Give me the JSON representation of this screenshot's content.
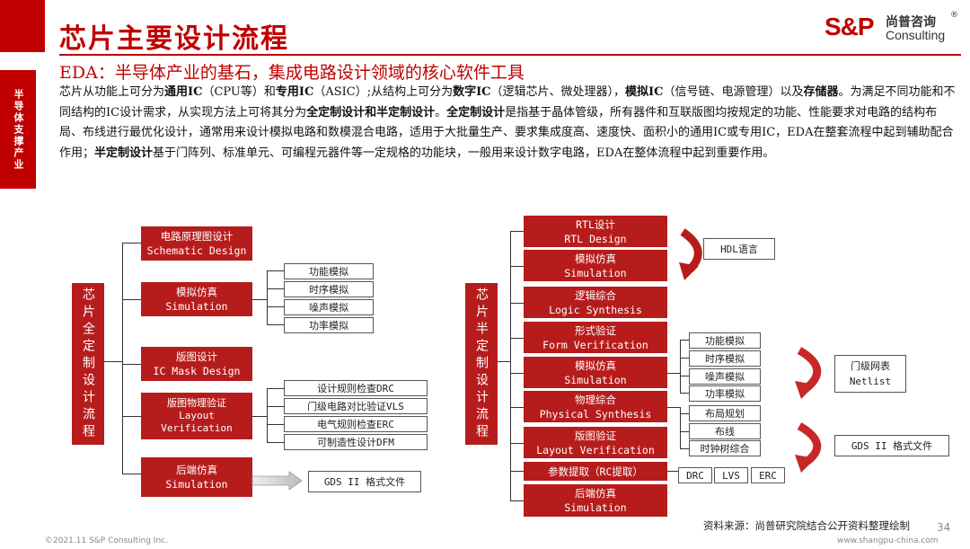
{
  "header": {
    "title": "芯片主要设计流程",
    "logo_brand": "S&P",
    "logo_cn": "尚普咨询",
    "logo_en": "Consulting",
    "logo_reg": "®"
  },
  "sidebar": {
    "label": "半导体支撑产业"
  },
  "subtitle": "EDA：半导体产业的基石，集成电路设计领域的核心软件工具",
  "paragraph": [
    {
      "t": "芯片从功能上可分为"
    },
    {
      "t": "通用IC",
      "b": true
    },
    {
      "t": "（CPU等）和"
    },
    {
      "t": "专用IC",
      "b": true
    },
    {
      "t": "（ASIC）;从结构上可分为"
    },
    {
      "t": "数字IC",
      "b": true
    },
    {
      "t": "（逻辑芯片、微处理器），"
    },
    {
      "t": "模拟IC",
      "b": true
    },
    {
      "t": "（信号链、电源管理）以及"
    },
    {
      "t": "存储器",
      "b": true
    },
    {
      "t": "。为满足不同功能和不同结构的IC设计需求，从实现方法上可将其分为"
    },
    {
      "t": "全定制设计和半定制设计",
      "b": true
    },
    {
      "t": "。"
    },
    {
      "t": "全定制设计",
      "b": true
    },
    {
      "t": "是指基于晶体管级，所有器件和互联版图均按规定的功能、性能要求对电路的结构布局、布线进行最优化设计，通常用来设计模拟电路和数模混合电路，适用于大批量生产、要求集成度高、速度快、面积小的通用IC或专用IC，EDA在整套流程中起到辅助配合作用；"
    },
    {
      "t": "半定制设计",
      "b": true
    },
    {
      "t": "基于门阵列、标准单元、可编程元器件等一定规格的功能块，一般用来设计数字电路，EDA在整体流程中起到重要作用。"
    }
  ],
  "full_custom": {
    "root": "芯片全定制设计流程",
    "steps": [
      {
        "l1": "电路原理图设计",
        "l2": "Schematic Design"
      },
      {
        "l1": "模拟仿真",
        "l2": "Simulation"
      },
      {
        "l1": "版图设计",
        "l2": "IC Mask Design"
      },
      {
        "l1": "版图物理验证",
        "l2": "Layout",
        "l3": "Verification"
      },
      {
        "l1": "后端仿真",
        "l2": "Simulation"
      }
    ],
    "sim_items": [
      "功能模拟",
      "时序模拟",
      "噪声模拟",
      "功率模拟"
    ],
    "verif_items": [
      "设计规则检查DRC",
      "门级电路对比验证VLS",
      "电气规则检查ERC",
      "可制造性设计DFM"
    ],
    "output": "GDS II 格式文件"
  },
  "semi_custom": {
    "root": "芯片半定制设计流程",
    "steps": [
      {
        "l1": "RTL设计",
        "l2": "RTL Design"
      },
      {
        "l1": "模拟仿真",
        "l2": "Simulation"
      },
      {
        "l1": "逻辑综合",
        "l2": "Logic Synthesis"
      },
      {
        "l1": "形式验证",
        "l2": "Form Verification"
      },
      {
        "l1": "模拟仿真",
        "l2": "Simulation"
      },
      {
        "l1": "物理综合",
        "l2": "Physical Synthesis"
      },
      {
        "l1": "版图验证",
        "l2": "Layout Verification"
      },
      {
        "l1": "参数提取（RC提取）"
      },
      {
        "l1": "后端仿真",
        "l2": "Simulation"
      }
    ],
    "sim_items": [
      "功能模拟",
      "时序模拟",
      "噪声模拟",
      "功率模拟"
    ],
    "synth_items": [
      "布局规划",
      "布线",
      "时钟树综合"
    ],
    "check_items": [
      "DRC",
      "LVS",
      "ERC"
    ],
    "hdl": "HDL语言",
    "netlist_l1": "门级网表",
    "netlist_l2": "Netlist",
    "gds": "GDS II 格式文件"
  },
  "footer": {
    "source": "资料来源：尚普研究院结合公开资料整理绘制",
    "page": "34",
    "copyright": "©2021.11  S&P Consulting Inc.",
    "url": "www.shangpu-china.com"
  },
  "colors": {
    "accent": "#c00000",
    "box": "#b71c1c"
  }
}
